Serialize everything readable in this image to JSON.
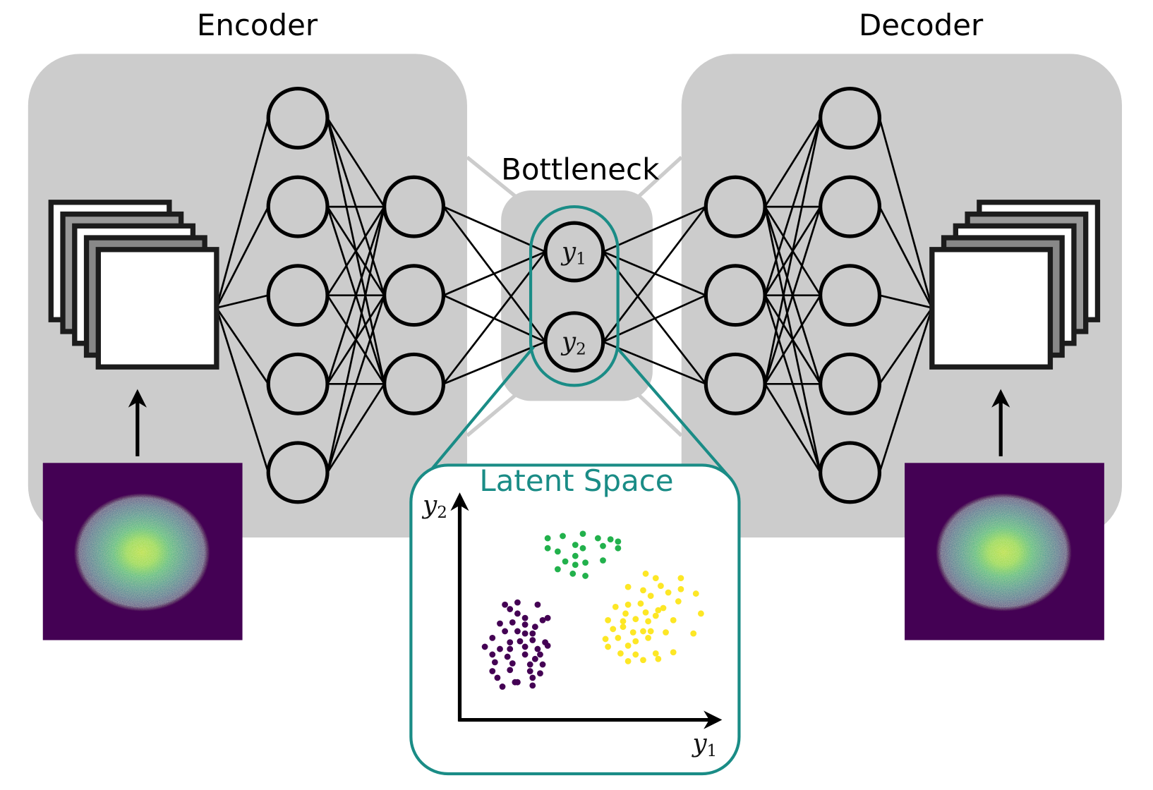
{
  "figure": {
    "encoder_title": "Encoder",
    "decoder_title": "Decoder",
    "bottleneck_title": "Bottleneck",
    "latent_title": "Latent Space",
    "latent_nodes": [
      {
        "var": "y",
        "sub": "1"
      },
      {
        "var": "y",
        "sub": "2"
      }
    ],
    "axis_labels": {
      "x": {
        "var": "y",
        "sub": "1"
      },
      "y": {
        "var": "y",
        "sub": "2"
      }
    },
    "layers": {
      "encoder": [
        5,
        3
      ],
      "bottleneck": 2,
      "decoder": [
        3,
        5
      ]
    },
    "input_stack_frames": [
      "#ffffff",
      "#999999",
      "#ffffff",
      "#888888",
      "#ffffff"
    ],
    "output_stack_frames": [
      "#ffffff",
      "#999999",
      "#ffffff",
      "#888888",
      "#ffffff"
    ],
    "input_image_label": "beam profile (input)",
    "output_image_label": "beam profile (reconstruction)"
  },
  "colors": {
    "panel": "#cccccc",
    "accent_teal": "#1a8c86",
    "cluster_purple": "#440154",
    "cluster_green": "#22b14c",
    "cluster_yellow": "#fde725"
  },
  "chart_data": {
    "type": "scatter",
    "title": "Latent Space",
    "xlabel": "y1",
    "ylabel": "y2",
    "xlim": [
      0,
      10
    ],
    "ylim": [
      0,
      10
    ],
    "grid": false,
    "series": [
      {
        "name": "cluster-green",
        "color": "#22b14c",
        "points": [
          [
            3.5,
            8.2
          ],
          [
            4.1,
            8.3
          ],
          [
            4.9,
            8.4
          ],
          [
            5.5,
            8.2
          ],
          [
            6.0,
            8.15
          ],
          [
            6.3,
            8.05
          ],
          [
            3.5,
            7.75
          ],
          [
            4.6,
            7.9
          ],
          [
            5.7,
            7.85
          ],
          [
            3.9,
            7.6
          ],
          [
            4.9,
            7.75
          ],
          [
            4.6,
            7.4
          ],
          [
            6.3,
            7.75
          ],
          [
            4.2,
            7.15
          ],
          [
            4.6,
            7.0
          ],
          [
            5.0,
            7.1
          ],
          [
            5.7,
            7.2
          ],
          [
            3.9,
            6.8
          ],
          [
            4.5,
            6.6
          ],
          [
            5.0,
            6.5
          ]
        ]
      },
      {
        "name": "cluster-purple",
        "color": "#440154",
        "points": [
          [
            1.8,
            5.2
          ],
          [
            2.3,
            5.3
          ],
          [
            3.1,
            5.2
          ],
          [
            2.0,
            5.0
          ],
          [
            2.3,
            4.8
          ],
          [
            2.6,
            4.6
          ],
          [
            3.3,
            4.5
          ],
          [
            3.5,
            4.6
          ],
          [
            1.6,
            4.35
          ],
          [
            2.1,
            4.4
          ],
          [
            2.6,
            4.3
          ],
          [
            3.0,
            4.2
          ],
          [
            1.8,
            4.0
          ],
          [
            2.3,
            4.0
          ],
          [
            2.6,
            3.9
          ],
          [
            2.9,
            3.9
          ],
          [
            1.3,
            3.7
          ],
          [
            2.0,
            3.5
          ],
          [
            2.4,
            3.55
          ],
          [
            2.9,
            3.6
          ],
          [
            3.4,
            3.5
          ],
          [
            1.0,
            3.3
          ],
          [
            1.6,
            3.2
          ],
          [
            2.0,
            3.2
          ],
          [
            2.6,
            3.3
          ],
          [
            3.1,
            3.2
          ],
          [
            3.5,
            3.35
          ],
          [
            1.3,
            2.95
          ],
          [
            1.9,
            2.85
          ],
          [
            2.6,
            2.95
          ],
          [
            3.2,
            2.95
          ],
          [
            3.0,
            2.75
          ],
          [
            1.4,
            2.6
          ],
          [
            2.1,
            2.55
          ],
          [
            2.8,
            2.5
          ],
          [
            3.3,
            2.5
          ],
          [
            1.3,
            2.2
          ],
          [
            2.0,
            2.25
          ],
          [
            2.8,
            2.2
          ],
          [
            3.2,
            2.1
          ],
          [
            1.5,
            1.9
          ],
          [
            2.2,
            1.7
          ],
          [
            2.9,
            1.9
          ],
          [
            1.7,
            1.5
          ],
          [
            2.3,
            1.7
          ],
          [
            2.9,
            1.55
          ]
        ]
      },
      {
        "name": "cluster-yellow",
        "color": "#fde725",
        "points": [
          [
            7.4,
            6.6
          ],
          [
            7.8,
            6.4
          ],
          [
            8.8,
            6.4
          ],
          [
            6.7,
            6.0
          ],
          [
            7.3,
            5.85
          ],
          [
            8.0,
            6.05
          ],
          [
            8.3,
            5.75
          ],
          [
            8.8,
            5.9
          ],
          [
            9.4,
            5.7
          ],
          [
            7.6,
            5.6
          ],
          [
            8.7,
            5.35
          ],
          [
            6.2,
            5.1
          ],
          [
            6.7,
            5.2
          ],
          [
            7.2,
            5.25
          ],
          [
            6.6,
            4.8
          ],
          [
            7.4,
            4.85
          ],
          [
            7.9,
            4.95
          ],
          [
            8.1,
            5.05
          ],
          [
            9.6,
            4.8
          ],
          [
            5.9,
            4.5
          ],
          [
            6.5,
            4.45
          ],
          [
            7.0,
            4.55
          ],
          [
            7.5,
            4.45
          ],
          [
            7.8,
            4.7
          ],
          [
            8.5,
            4.5
          ],
          [
            6.1,
            4.1
          ],
          [
            6.5,
            4.2
          ],
          [
            6.9,
            3.95
          ],
          [
            7.3,
            4.0
          ],
          [
            7.6,
            4.0
          ],
          [
            8.2,
            3.95
          ],
          [
            5.8,
            3.65
          ],
          [
            6.3,
            3.7
          ],
          [
            7.0,
            3.55
          ],
          [
            7.5,
            3.7
          ],
          [
            9.3,
            3.9
          ],
          [
            5.9,
            3.3
          ],
          [
            6.7,
            3.35
          ],
          [
            6.4,
            3.0
          ],
          [
            7.0,
            2.95
          ],
          [
            7.8,
            3.0
          ],
          [
            8.5,
            3.05
          ],
          [
            6.7,
            2.65
          ],
          [
            7.3,
            2.7
          ],
          [
            7.9,
            2.75
          ]
        ]
      }
    ]
  }
}
